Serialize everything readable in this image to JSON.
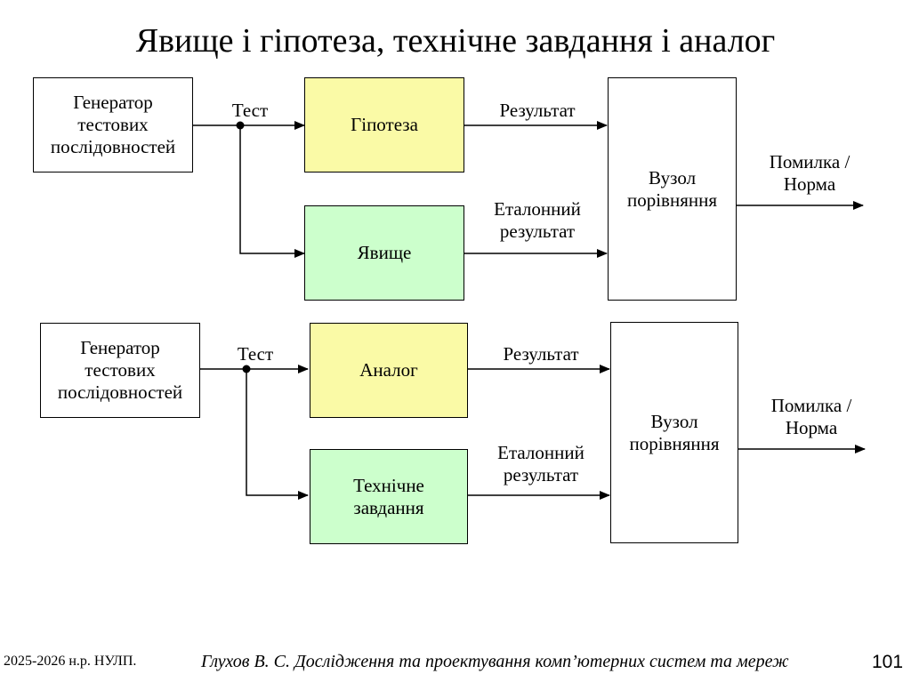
{
  "title": "Явище і гіпотеза, технічне завдання  і аналог",
  "diagram1": {
    "generator": "Генератор\nтестових\nпослідовностей",
    "test_label": "Тест",
    "top_block": "Гіпотеза",
    "bottom_block": "Явище",
    "result_label": "Результат",
    "reference_label": "Еталонний\nрезультат",
    "comparator": "Вузол\nпорівняння",
    "output_label": "Помилка /\nНорма"
  },
  "diagram2": {
    "generator": "Генератор\nтестових\nпослідовностей",
    "test_label": "Тест",
    "top_block": "Аналог",
    "bottom_block": "Технічне\nзавдання",
    "result_label": "Результат",
    "reference_label": "Еталонний\nрезультат",
    "comparator": "Вузол\nпорівняння",
    "output_label": "Помилка /\nНорма"
  },
  "colors": {
    "hypothesis_fill": "#fafaa6",
    "phenomenon_fill": "#ccffcc"
  },
  "footer": {
    "left": "2025-2026 н.р. НУЛП.",
    "center": "Глухов В. С. Дослідження та проектування комп’ютерних систем та мереж",
    "page": "101"
  }
}
